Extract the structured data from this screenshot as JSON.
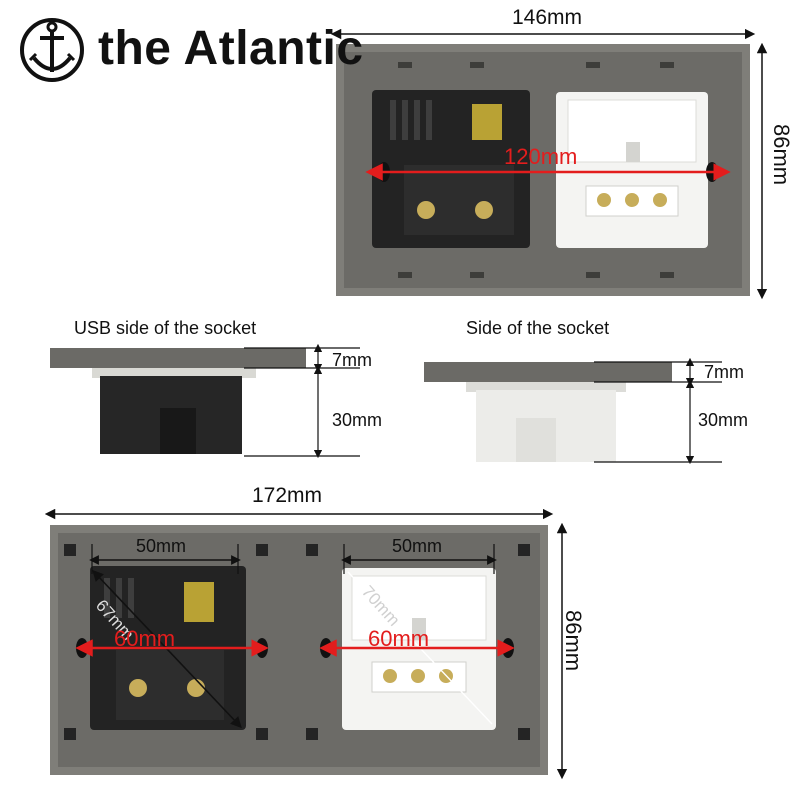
{
  "brand": {
    "name": "the Atlantic",
    "icon": "anchor-icon"
  },
  "top_panel": {
    "width": "146mm",
    "height": "86mm",
    "hole_spacing": "120mm"
  },
  "side_views": [
    {
      "caption": "USB side of the socket",
      "plate": "7mm",
      "depth": "30mm"
    },
    {
      "caption": "Side of the socket",
      "plate": "7mm",
      "depth": "30mm"
    }
  ],
  "bottom_panel": {
    "width": "172mm",
    "height": "86mm",
    "left_module": {
      "width": "50mm",
      "diagonal": "67mm",
      "hole_spacing": "60mm"
    },
    "right_module": {
      "width": "50mm",
      "diagonal": "70mm",
      "hole_spacing": "60mm"
    }
  },
  "colors": {
    "frame": "#7f7e79",
    "frame_dark": "#5d5c58",
    "black_module": "#232323",
    "white_module": "#f4f4f2",
    "dimension_red": "#e31d1d"
  }
}
